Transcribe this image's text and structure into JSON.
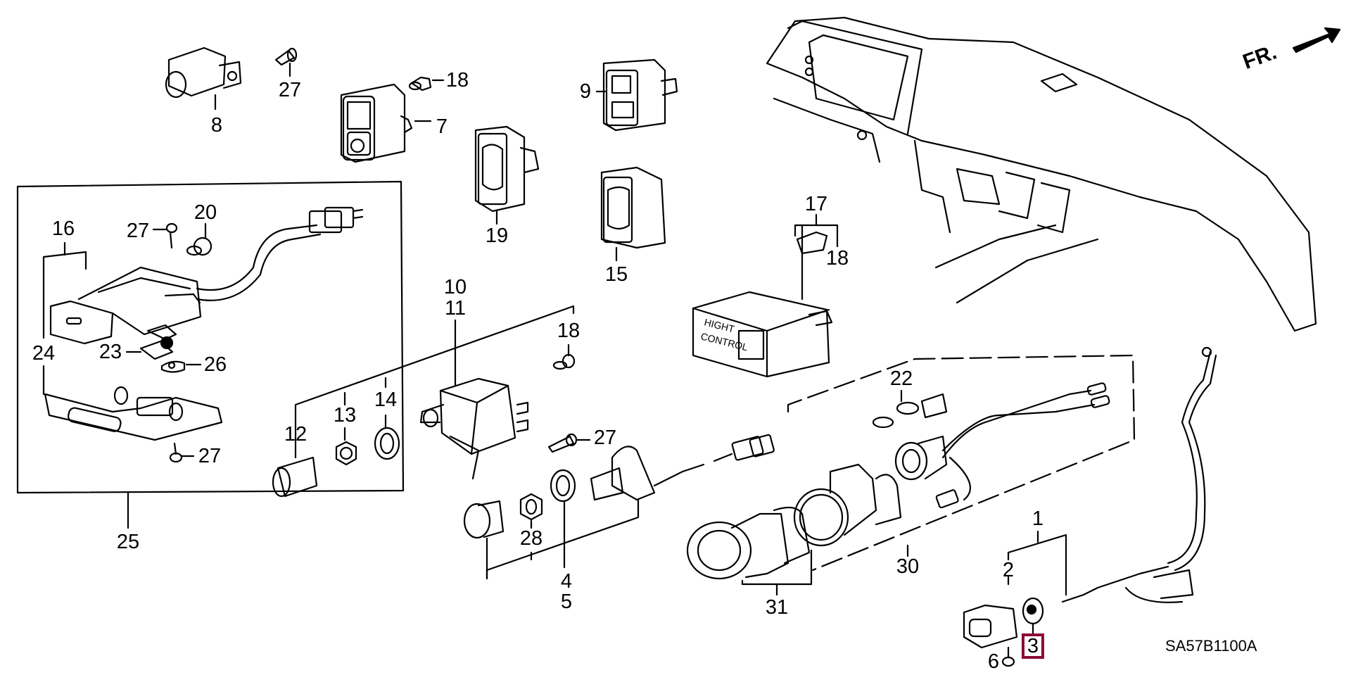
{
  "diagram": {
    "title": "Switch / Cigarette Lighter exploded parts diagram",
    "reference_code": "SA57B1100A",
    "direction_indicator": "FR.",
    "highlight_color": "#8c0a33",
    "highlighted_callout": "3",
    "callouts": [
      {
        "id": "c8",
        "label": "8"
      },
      {
        "id": "c27a",
        "label": "27"
      },
      {
        "id": "c18a",
        "label": "18"
      },
      {
        "id": "c7",
        "label": "7"
      },
      {
        "id": "c9",
        "label": "9"
      },
      {
        "id": "c19",
        "label": "19"
      },
      {
        "id": "c15",
        "label": "15"
      },
      {
        "id": "c17",
        "label": "17"
      },
      {
        "id": "c18b",
        "label": "18"
      },
      {
        "id": "c16",
        "label": "16"
      },
      {
        "id": "c27b",
        "label": "27"
      },
      {
        "id": "c20",
        "label": "20"
      },
      {
        "id": "c24",
        "label": "24"
      },
      {
        "id": "c23",
        "label": "23"
      },
      {
        "id": "c26",
        "label": "26"
      },
      {
        "id": "c27c",
        "label": "27"
      },
      {
        "id": "c25",
        "label": "25"
      },
      {
        "id": "c10",
        "label": "10"
      },
      {
        "id": "c11",
        "label": "11"
      },
      {
        "id": "c18c",
        "label": "18"
      },
      {
        "id": "c12",
        "label": "12"
      },
      {
        "id": "c13",
        "label": "13"
      },
      {
        "id": "c14",
        "label": "14"
      },
      {
        "id": "c27d",
        "label": "27"
      },
      {
        "id": "c28",
        "label": "28"
      },
      {
        "id": "c4",
        "label": "4"
      },
      {
        "id": "c5",
        "label": "5"
      },
      {
        "id": "c22",
        "label": "22"
      },
      {
        "id": "c30",
        "label": "30"
      },
      {
        "id": "c31",
        "label": "31"
      },
      {
        "id": "c1",
        "label": "1"
      },
      {
        "id": "c2",
        "label": "2"
      },
      {
        "id": "c3",
        "label": "3"
      },
      {
        "id": "c6",
        "label": "6"
      }
    ],
    "part_text": {
      "height_control_line1": "HIGHT",
      "height_control_line2": "CONTROL"
    }
  }
}
